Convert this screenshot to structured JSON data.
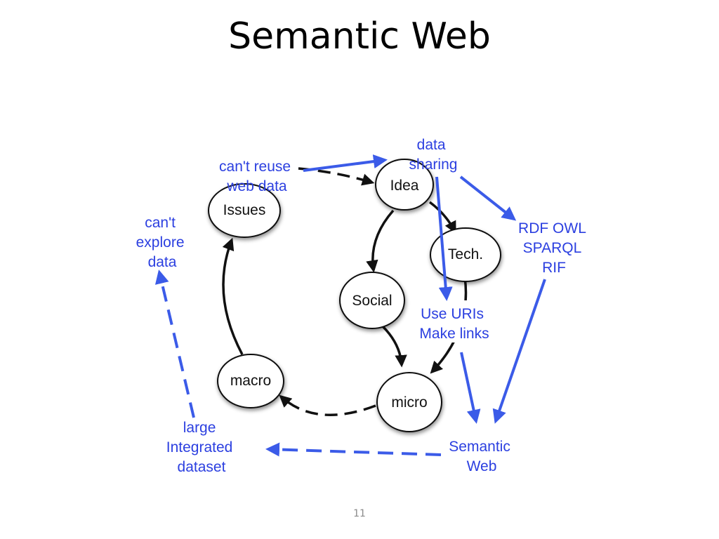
{
  "slide": {
    "title": "Semantic Web",
    "page_number": "11"
  },
  "colors": {
    "blue": "#3b5be8",
    "label_blue": "#2b3fe0",
    "black": "#111111"
  },
  "nodes": {
    "issues": "Issues",
    "idea": "Idea",
    "tech": "Tech.",
    "social": "Social",
    "micro": "micro",
    "macro": "macro"
  },
  "labels": {
    "cant_reuse": [
      "can't reuse",
      "web data"
    ],
    "data_sharing": [
      "data",
      "sharing"
    ],
    "rdf": [
      "RDF OWL",
      "SPARQL",
      "RIF"
    ],
    "cant_explore": [
      "can't",
      "explore",
      "data"
    ],
    "use_uris": [
      "Use URIs",
      "Make links"
    ],
    "semantic_web": [
      "Semantic",
      "Web"
    ],
    "large_dataset": [
      "large",
      "Integrated",
      "dataset"
    ]
  }
}
